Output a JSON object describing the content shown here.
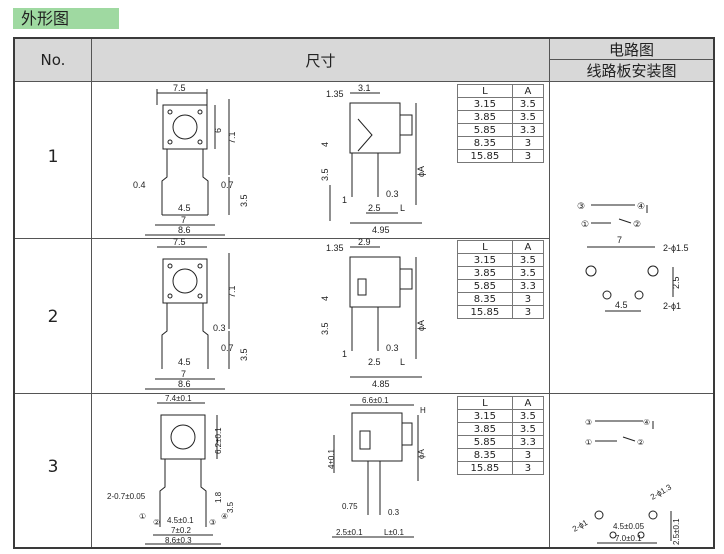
{
  "section_title": "外形图",
  "header": {
    "no": "No.",
    "dimensions": "尺寸",
    "circuit": "电路图",
    "pcb": "线路板安装图"
  },
  "la_header": {
    "l": "L",
    "a": "A"
  },
  "rows": [
    {
      "no": "1",
      "la": [
        [
          "3.15",
          "3.5"
        ],
        [
          "3.85",
          "3.5"
        ],
        [
          "5.85",
          "3.3"
        ],
        [
          "8.35",
          "3"
        ],
        [
          "15.85",
          "3"
        ]
      ],
      "front": {
        "top": "7.5",
        "side1": "6",
        "side2": "7.1",
        "lead": "3.5",
        "left": "0.4",
        "bot1": "4.5",
        "bot2": "7",
        "bot3": "8.6",
        "right": "0.7"
      },
      "side": {
        "t1": "1.35",
        "t2": "3.1",
        "v1": "4",
        "v2": "3.5",
        "phi": "ϕA",
        "b1": "1",
        "b2": "0.3",
        "b3": "2.5",
        "b4": "L",
        "b5": "4.95"
      }
    },
    {
      "no": "2",
      "la": [
        [
          "3.15",
          "3.5"
        ],
        [
          "3.85",
          "3.5"
        ],
        [
          "5.85",
          "3.3"
        ],
        [
          "8.35",
          "3"
        ],
        [
          "15.85",
          "3"
        ]
      ],
      "front": {
        "top": "7.5",
        "side2": "7.1",
        "lead": "3.5",
        "mid": "0.3",
        "bot1": "4.5",
        "bot2": "7",
        "bot3": "8.6",
        "right": "0.7"
      },
      "side": {
        "t1": "1.35",
        "t2": "2.9",
        "v1": "4",
        "v2": "3.5",
        "phi": "ϕA",
        "b1": "1",
        "b2": "0.3",
        "b3": "2.5",
        "b4": "L",
        "b5": "4.85"
      }
    },
    {
      "no": "3",
      "la": [
        [
          "3.15",
          "3.5"
        ],
        [
          "3.85",
          "3.5"
        ],
        [
          "5.85",
          "3.3"
        ],
        [
          "8.35",
          "3"
        ],
        [
          "15.85",
          "3"
        ]
      ],
      "front": {
        "top": "7.4±0.1",
        "side1": "6.2±0.1",
        "pin": "2-0.7±0.05",
        "s3": "3.5",
        "s4": "1.8",
        "bot1": "4.5±0.1",
        "bot2": "7±0.2",
        "bot3": "8.6±0.3",
        "n1": "①",
        "n2": "②",
        "n3": "③",
        "n4": "④"
      },
      "side": {
        "t1": "6.6±0.1",
        "h": "H",
        "v1": "4±0.1",
        "phi": "ϕA",
        "b1": "0.75",
        "b2": "0.3",
        "b3": "2.5±0.1",
        "b4": "L±0.1"
      }
    }
  ],
  "circuit1": {
    "n1": "①",
    "n2": "②",
    "n3": "③",
    "n4": "④"
  },
  "pcb1": {
    "w": "7",
    "hole": "2-ϕ1.5",
    "v": "2.5",
    "b": "4.5",
    "small": "2-ϕ1"
  },
  "circuit2": {
    "n1": "①",
    "n2": "②",
    "n3": "③",
    "n4": "④"
  },
  "pcb2": {
    "hole": "2-ϕ1.3",
    "small": "2-ϕ1",
    "b": "4.5±0.05",
    "w": "7.0±0.1",
    "v": "2.5±0.1"
  }
}
